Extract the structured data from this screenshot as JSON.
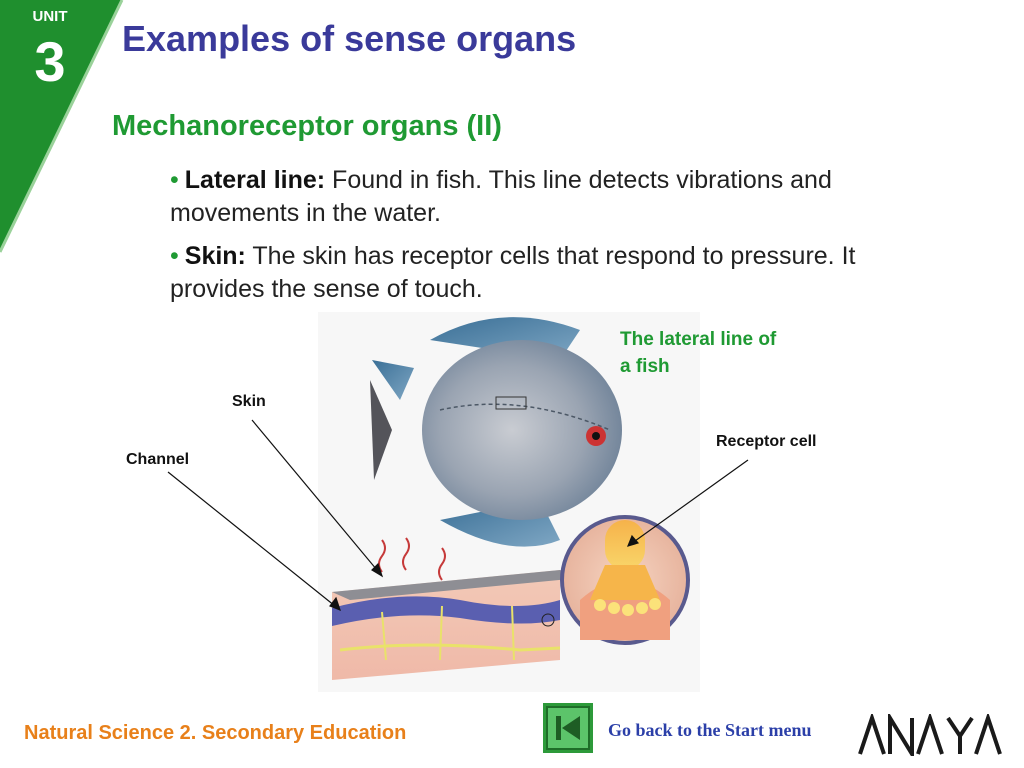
{
  "unit": {
    "label": "UNIT",
    "number": "3"
  },
  "title": "Examples of sense organs",
  "subtitle": "Mechanoreceptor organs (II)",
  "bullets": [
    {
      "term": "Lateral line:",
      "text": "Found in fish. This line detects vibrations and movements in the water."
    },
    {
      "term": "Skin:",
      "text": "The skin has receptor cells that respond to pressure. It provides the sense of touch."
    }
  ],
  "figure": {
    "caption": "The lateral line of a fish",
    "labels": {
      "skin": "Skin",
      "channel": "Channel",
      "receptor": "Receptor cell"
    }
  },
  "footer": {
    "course": "Natural Science 2. Secondary Education",
    "back_link": "Go back to the Start menu",
    "logo": "ANAYA"
  },
  "colors": {
    "title": "#3a3a9a",
    "accent_green": "#1f9a33",
    "footer_orange": "#e8801a",
    "link_blue": "#2b3fa8"
  }
}
